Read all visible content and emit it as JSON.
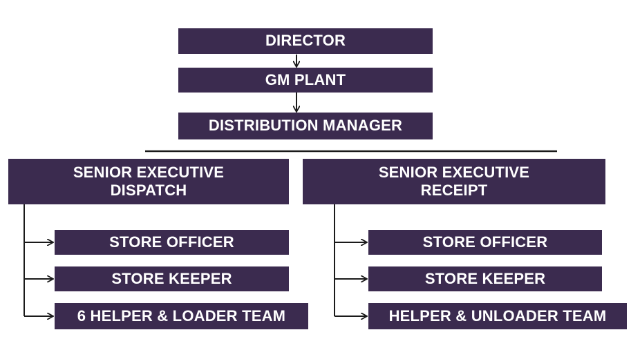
{
  "top": {
    "director": "DIRECTOR",
    "gm_plant": "GM PLANT",
    "distribution_manager": "DISTRIBUTION MANAGER"
  },
  "left": {
    "head_line1": "SENIOR EXECUTIVE",
    "head_line2": "DISPATCH",
    "items": [
      "STORE OFFICER",
      "STORE KEEPER",
      "6 HELPER & LOADER TEAM"
    ]
  },
  "right": {
    "head_line1": "SENIOR EXECUTIVE",
    "head_line2": "RECEIPT",
    "items": [
      "STORE OFFICER",
      "STORE KEEPER",
      "HELPER & UNLOADER TEAM"
    ]
  }
}
